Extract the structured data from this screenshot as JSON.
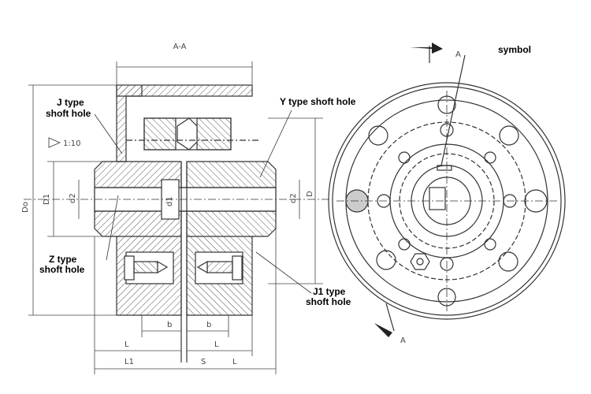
{
  "section": {
    "title": "A-A"
  },
  "callouts": {
    "j_line1": "J type",
    "j_line2": "shoft hole",
    "y_type": "Y type shoft hole",
    "z_line1": "Z type",
    "z_line2": "shoft hole",
    "j1_line1": "J1 type",
    "j1_line2": "shoft hole",
    "symbol": "symbol"
  },
  "dims": {
    "taper": "1:10",
    "do": "Do",
    "d1": "D1",
    "d2_left": "d2",
    "d1_small": "d1",
    "d2_right": "d2",
    "d": "D",
    "b_left": "b",
    "b_right": "b",
    "l_left": "L",
    "l1": "L1",
    "s": "S",
    "l_right": "L",
    "l_right2": "L",
    "a_top": "A",
    "a_bottom": "A"
  }
}
